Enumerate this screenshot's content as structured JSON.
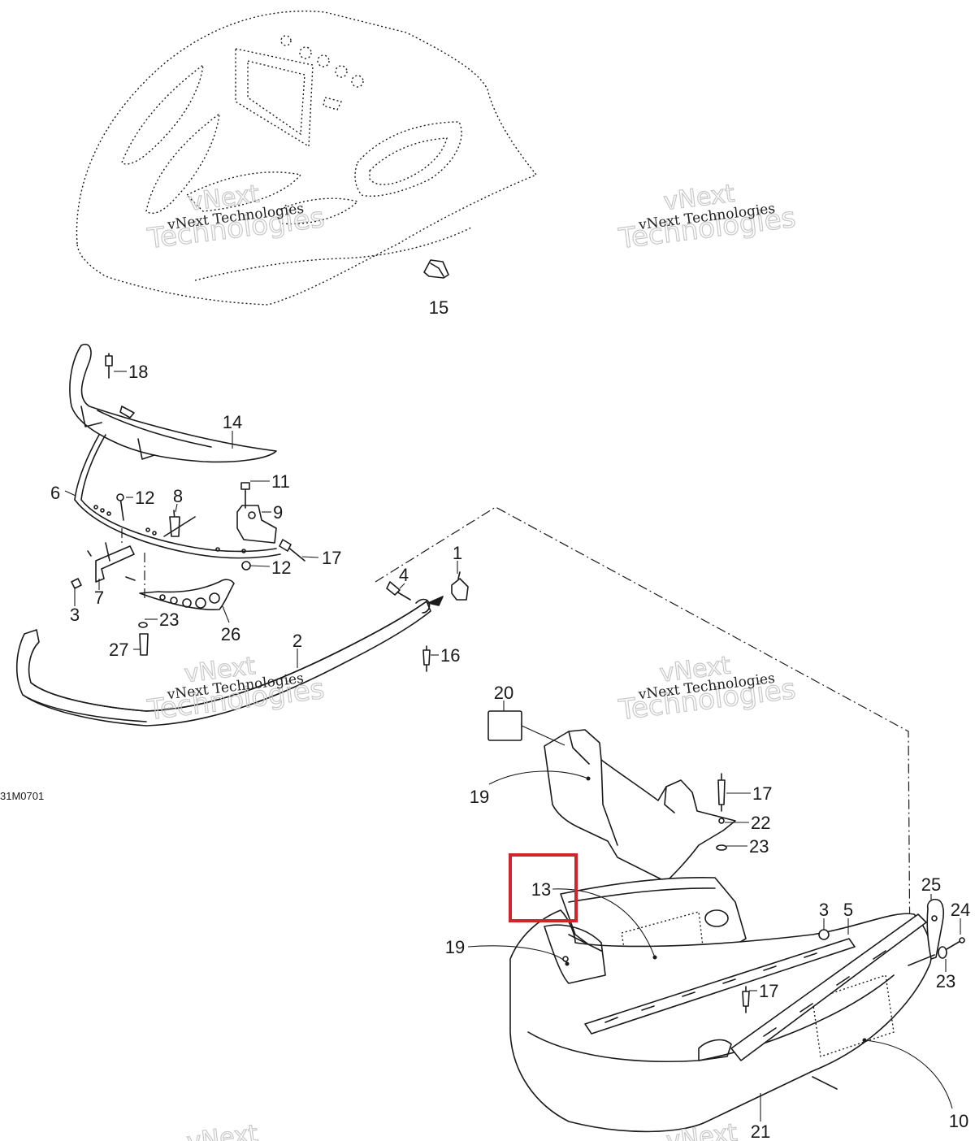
{
  "diagram": {
    "drawing_code": "31M0701",
    "highlight_callout": "13",
    "highlight_color": "#d0232a",
    "watermark": {
      "line1": "vNext Technologies",
      "line2": "vNext",
      "line3": "Technologies"
    },
    "callouts": {
      "c15": "15",
      "c18": "18",
      "c14": "14",
      "c6": "6",
      "c12a": "12",
      "c8": "8",
      "c11": "11",
      "c9": "9",
      "c17a": "17",
      "c12b": "12",
      "c1": "1",
      "c4": "4",
      "c7": "7",
      "c3a": "3",
      "c23a": "23",
      "c26": "26",
      "c27": "27",
      "c2": "2",
      "c16": "16",
      "c20": "20",
      "c19a": "19",
      "c17b": "17",
      "c22": "22",
      "c23b": "23",
      "c13": "13",
      "c25": "25",
      "c3b": "3",
      "c5": "5",
      "c24": "24",
      "c17c": "17",
      "c23c": "23",
      "c19b": "19",
      "c10": "10",
      "c21": "21"
    }
  }
}
